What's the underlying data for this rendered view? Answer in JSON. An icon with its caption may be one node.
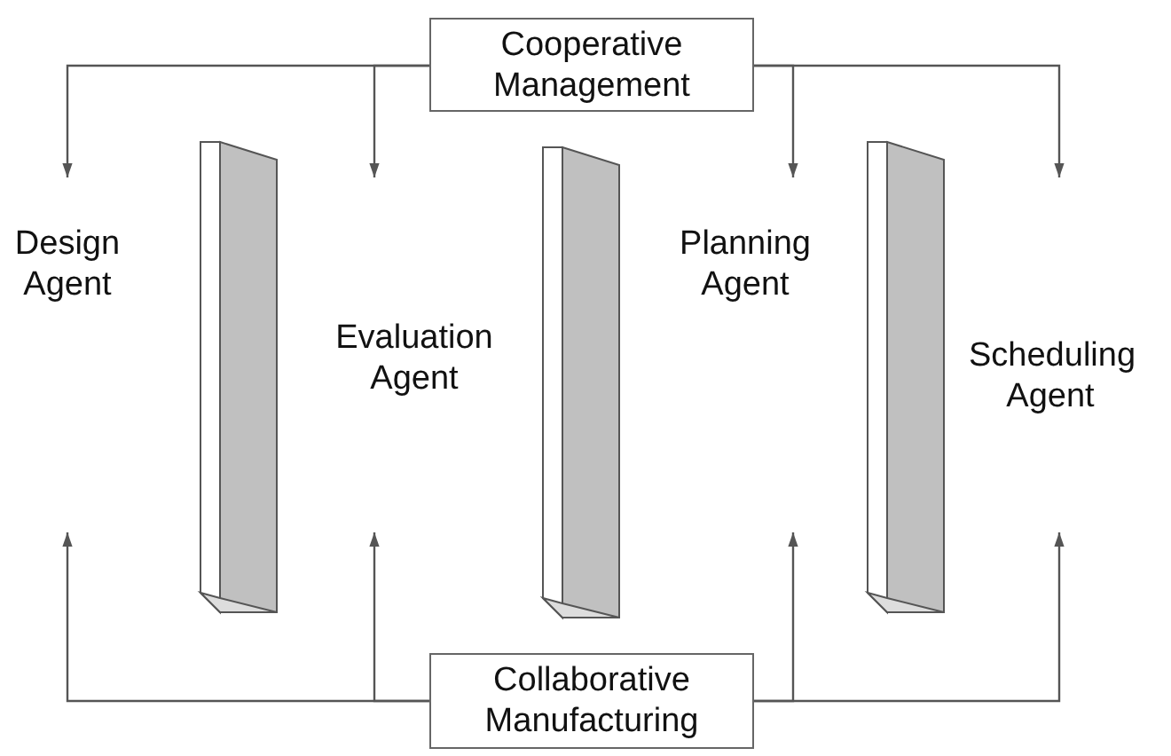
{
  "diagram": {
    "nodes": [
      {
        "text": [
          "Cooperative Management"
        ]
      },
      {
        "text": [
          "Design Agent"
        ]
      },
      {
        "text": [
          "Evaluation Agent"
        ]
      },
      {
        "text": [
          "Planning Agent"
        ]
      },
      {
        "text": [
          "Scheduling Agent"
        ]
      },
      {
        "text": [
          "Collaborative Manufacturing"
        ]
      }
    ],
    "edges": [
      {
        "from": 0,
        "to": 1,
        "arrow": "to"
      },
      {
        "from": 0,
        "to": 2,
        "arrow": "to"
      },
      {
        "from": 0,
        "to": 3,
        "arrow": "to"
      },
      {
        "from": 0,
        "to": 4,
        "arrow": "to"
      },
      {
        "from": 5,
        "to": 1,
        "arrow": "to"
      },
      {
        "from": 5,
        "to": 2,
        "arrow": "to"
      },
      {
        "from": 5,
        "to": 3,
        "arrow": "to"
      },
      {
        "from": 5,
        "to": 4,
        "arrow": "to"
      }
    ]
  }
}
